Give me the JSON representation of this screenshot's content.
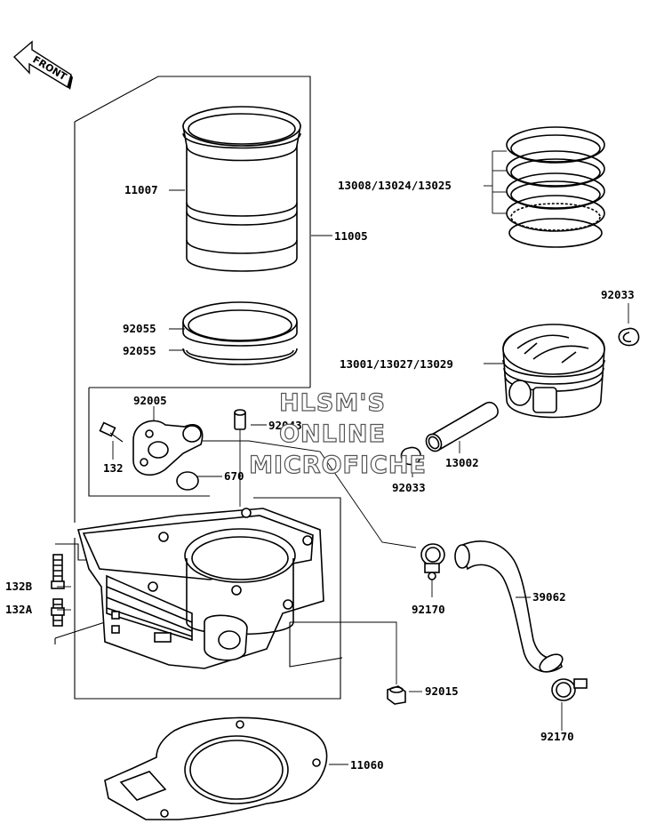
{
  "front_indicator": "FRONT",
  "watermark": {
    "line1": "HLSM'S",
    "line2": "ONLINE",
    "line3": "MICROFICHE"
  },
  "parts": [
    {
      "id": "cylinder_liner",
      "number": "11007"
    },
    {
      "id": "cylinder_assy",
      "number": "11005"
    },
    {
      "id": "ring_upper",
      "number": "92055"
    },
    {
      "id": "ring_lower",
      "number": "92055"
    },
    {
      "id": "piston_ring_set",
      "number": "13008/13024/13025"
    },
    {
      "id": "circlip_right",
      "number": "92033"
    },
    {
      "id": "piston",
      "number": "13001/13027/13029"
    },
    {
      "id": "water_fitting",
      "number": "92005"
    },
    {
      "id": "dowel_pin",
      "number": "92043"
    },
    {
      "id": "bolt_132",
      "number": "132"
    },
    {
      "id": "oring_670",
      "number": "670"
    },
    {
      "id": "piston_pin",
      "number": "13002"
    },
    {
      "id": "circlip_left",
      "number": "92033"
    },
    {
      "id": "stud_132b",
      "number": "132B"
    },
    {
      "id": "stud_132a",
      "number": "132A"
    },
    {
      "id": "clamp_upper",
      "number": "92170"
    },
    {
      "id": "water_hose",
      "number": "39062"
    },
    {
      "id": "nut_92015",
      "number": "92015"
    },
    {
      "id": "clamp_lower",
      "number": "92170"
    },
    {
      "id": "cylinder_gasket",
      "number": "11060"
    }
  ]
}
